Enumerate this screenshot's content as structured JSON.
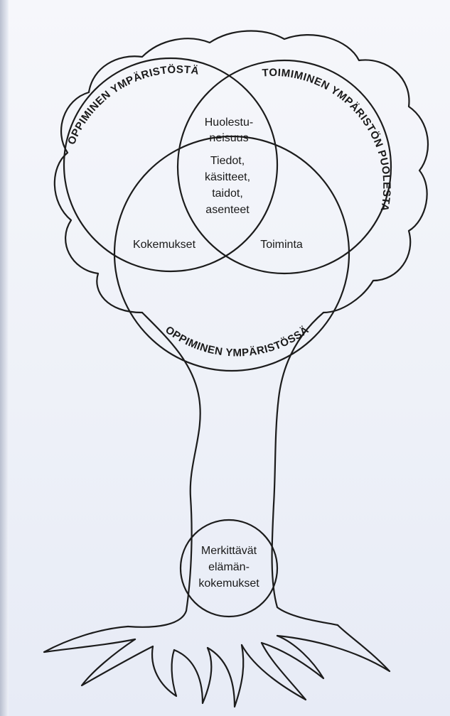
{
  "circles": {
    "top_left": "OPPIMINEN YMPÄRISTÖSTÄ",
    "top_right": "TOIMIMINEN YMPÄRISTÖN PUOLESTA",
    "bottom": "OPPIMINEN YMPÄRISTÖSSÄ"
  },
  "intersections": {
    "top": [
      "Huolestu-",
      "neisuus"
    ],
    "center": [
      "Tiedot,",
      "käsitteet,",
      "taidot,",
      "asenteet"
    ],
    "left": "Kokemukset",
    "right": "Toiminta"
  },
  "trunk_circle": [
    "Merkittävät",
    "elämän-",
    "kokemukset"
  ],
  "colors": {
    "line": "#1c1c1c",
    "paper": "#eef1f8"
  }
}
